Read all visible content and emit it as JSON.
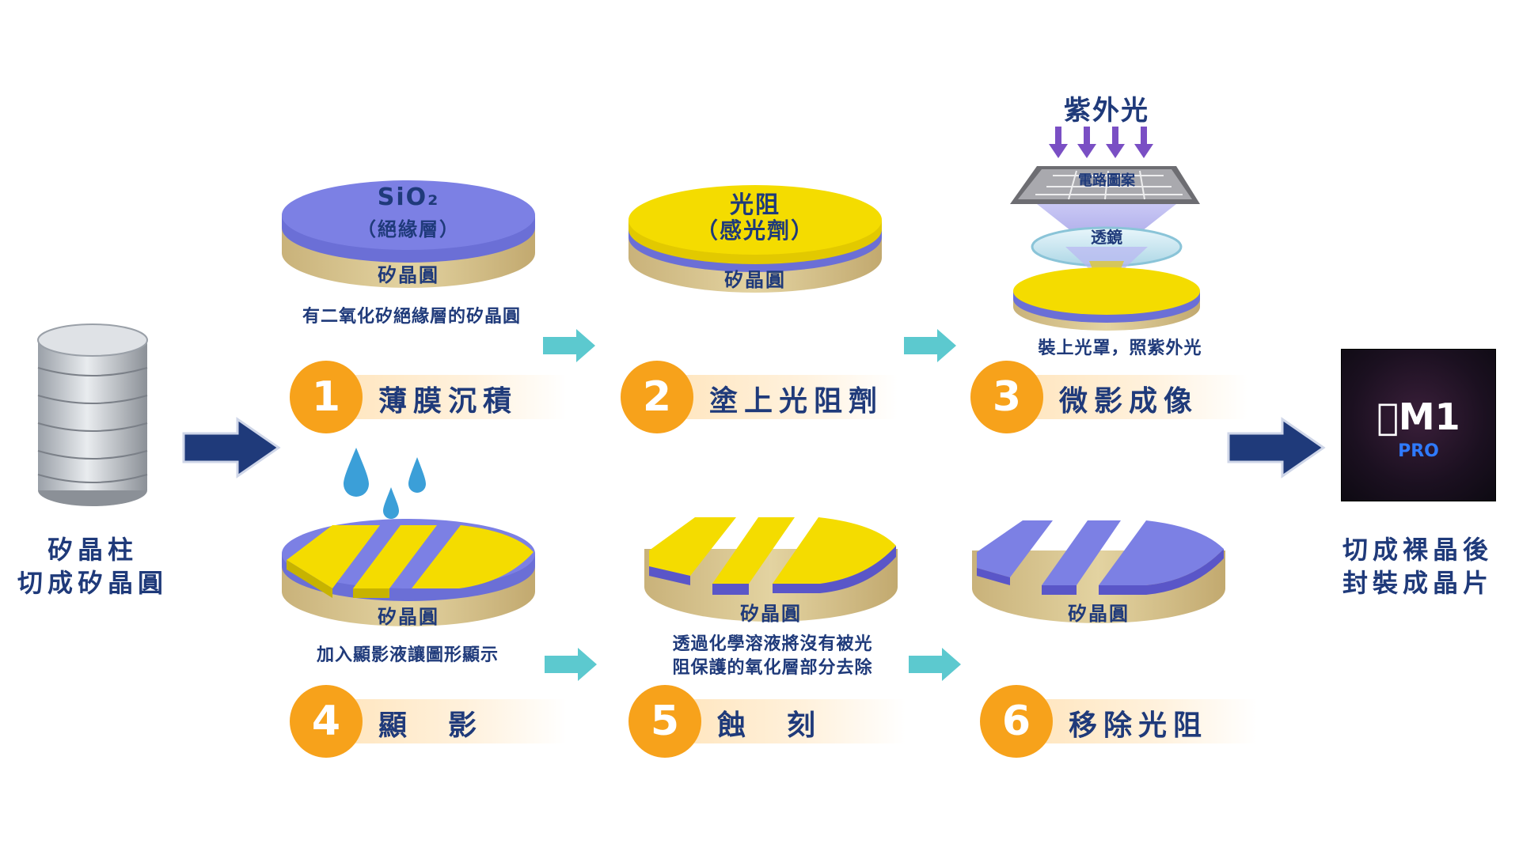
{
  "left_block": {
    "line1": "矽晶柱",
    "line2": "切成矽晶圓"
  },
  "right_block": {
    "line1": "切成裸晶後",
    "line2": "封裝成晶片",
    "chip_name": "M1",
    "chip_variant": "PRO"
  },
  "disc_labels": {
    "sio2": "SiO₂",
    "insulator": "（絕緣層）",
    "photoresist": "光阻",
    "photosensitive": "（感光劑）",
    "wafer": "矽晶圓"
  },
  "uv": {
    "title": "紫外光",
    "mask": "電路圖案",
    "lens": "透鏡"
  },
  "captions": {
    "c1": "有二氧化矽絕緣層的矽晶圓",
    "c3": "裝上光罩，照紫外光",
    "c4": "加入顯影液讓圖形顯示",
    "c5_line1": "透過化學溶液將沒有被光",
    "c5_line2": "阻保護的氧化層部分去除"
  },
  "steps": [
    {
      "num": "1",
      "title": "薄膜沉積"
    },
    {
      "num": "2",
      "title": "塗上光阻劑"
    },
    {
      "num": "3",
      "title": "微影成像"
    },
    {
      "num": "4",
      "title": "顯　影"
    },
    {
      "num": "5",
      "title": "蝕　刻"
    },
    {
      "num": "6",
      "title": "移除光阻"
    }
  ],
  "colors": {
    "navy": "#1f3a7a",
    "orange": "#f7a21b",
    "yellow": "#f4dc00",
    "purple": "#7c7ee0",
    "tan": "#d9c489",
    "teal_arrow": "#5cc9cf",
    "uv_arrow": "#7a4fc4"
  }
}
